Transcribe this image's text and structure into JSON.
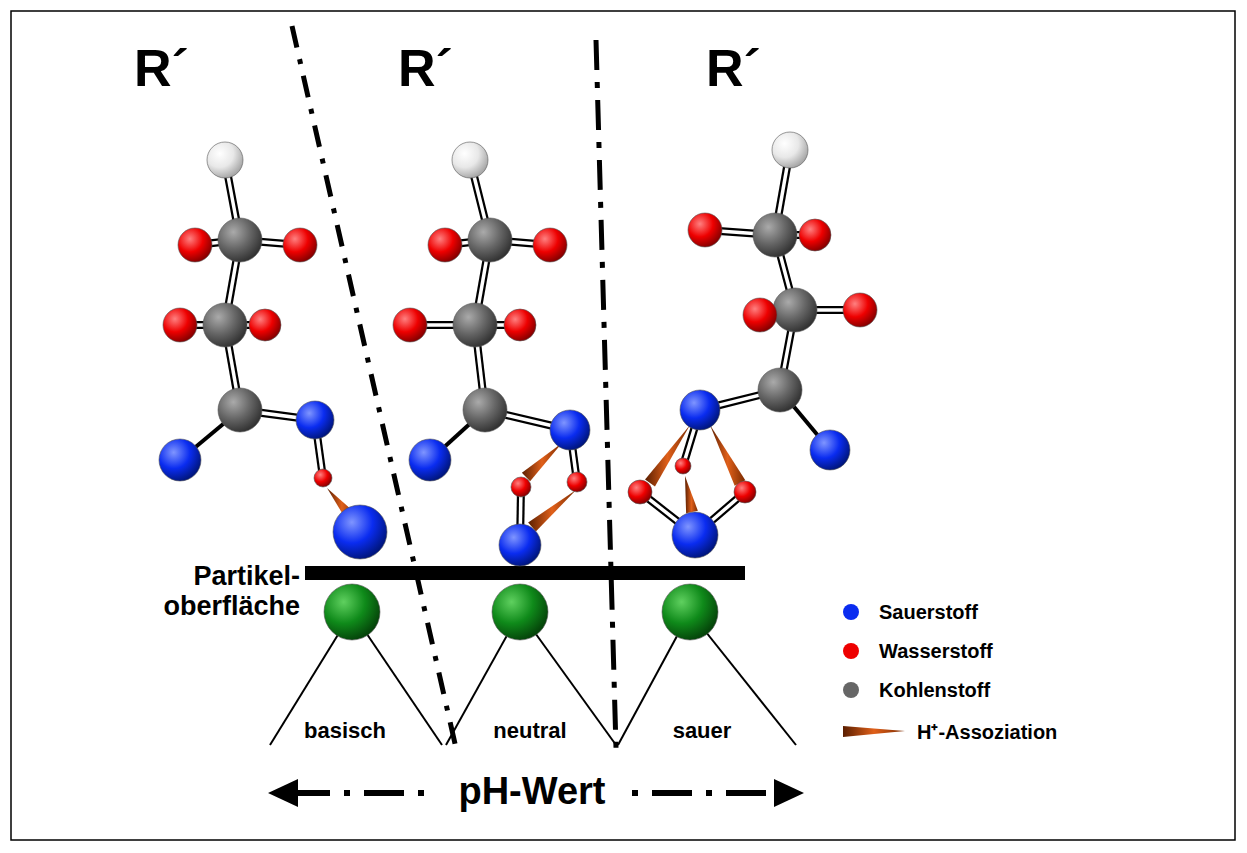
{
  "diagram": {
    "labels": [
      "R´",
      "R´",
      "R´",
      "Partikel- oberfläche",
      "basisch",
      "neutral",
      "sauer",
      "pH-Wert"
    ],
    "legend": [
      {
        "text": "Sauerstoff",
        "color": "#0a2cf0"
      },
      {
        "text": "Wasserstoff",
        "color": "#ee0000"
      },
      {
        "text": "Kohlenstoff",
        "color": "#666666"
      },
      {
        "text": "H⁺-Assoziation"
      }
    ]
  }
}
